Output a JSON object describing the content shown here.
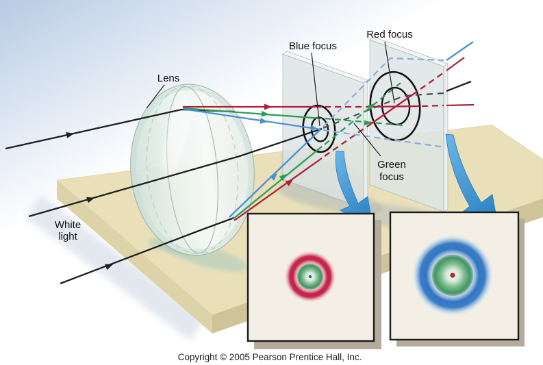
{
  "figure": {
    "description": "Chromatic aberration of a lens: white light dispersed into blue, green and red foci shown on two translucent screens with two focal-pattern insets",
    "copyright": "Copyright © 2005 Pearson Prentice Hall, Inc."
  },
  "labels": {
    "lens": "Lens",
    "white_light": {
      "line1": "White",
      "line2": "light"
    },
    "blue_focus": "Blue focus",
    "red_focus": "Red focus",
    "green_focus": {
      "line1": "Green",
      "line2": "focus"
    }
  },
  "colors": {
    "ray_red": "#b01f35",
    "ray_green": "#2e9c55",
    "ray_blue": "#4b8fd5",
    "ray_blue_dashed": "#85aede",
    "ray_black": "#1f1f1f",
    "sky": "#b7cbe3",
    "table_top": "#e9e0ba",
    "table_front_left": "#ddd3a8",
    "table_front_right": "#cfc499",
    "screen_face": "#dde5e5",
    "curved_arrow": "#3f9bda",
    "inset_background": "#f3efe4",
    "inset_shadow": "#b5ab9d",
    "ring_red": "#c32048",
    "ring_blue": "#3276c4",
    "disk_green": "#3f9562",
    "dot_blue": "#2a5f9e",
    "dot_red": "#b2262e"
  },
  "insets": {
    "left": {
      "meaning": "pattern on screen at blue focus: red outer ring, green disk, blue point"
    },
    "right": {
      "meaning": "pattern on screen at red focus: blue outer ring, green disk, red point"
    }
  }
}
